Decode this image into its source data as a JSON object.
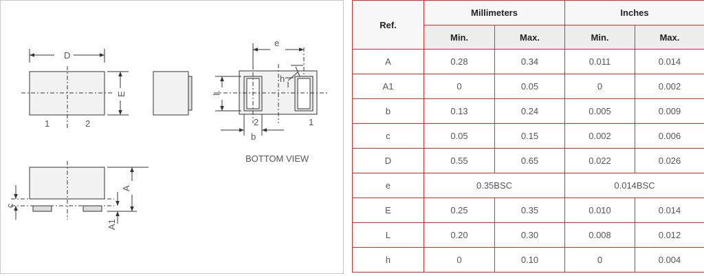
{
  "drawing": {
    "labels": {
      "D": "D",
      "E": "E",
      "e": "e",
      "L": "L",
      "b": "b",
      "h": "h",
      "A": "A",
      "A1": "A1",
      "c": "c",
      "pin1": "1",
      "pin2": "2",
      "bpin2": "2",
      "bpin1": "1"
    },
    "bottom_view_label": "BOTTOM VIEW"
  },
  "table": {
    "headers": {
      "ref": "Ref.",
      "mm": "Millimeters",
      "inches": "Inches",
      "mm_min": "Min.",
      "mm_max": "Max.",
      "in_min": "Min.",
      "in_max": "Max."
    },
    "rows": [
      {
        "ref": "A",
        "mm_min": "0.28",
        "mm_max": "0.34",
        "in_min": "0.011",
        "in_max": "0.014"
      },
      {
        "ref": "A1",
        "mm_min": "0",
        "mm_max": "0.05",
        "in_min": "0",
        "in_max": "0.002"
      },
      {
        "ref": "b",
        "mm_min": "0.13",
        "mm_max": "0.24",
        "in_min": "0.005",
        "in_max": "0.009"
      },
      {
        "ref": "c",
        "mm_min": "0.05",
        "mm_max": "0.15",
        "in_min": "0.002",
        "in_max": "0.006"
      },
      {
        "ref": "D",
        "mm_min": "0.55",
        "mm_max": "0.65",
        "in_min": "0.022",
        "in_max": "0.026"
      },
      {
        "ref": "e",
        "mm_bsc": "0.35BSC",
        "in_bsc": "0.014BSC"
      },
      {
        "ref": "E",
        "mm_min": "0.25",
        "mm_max": "0.35",
        "in_min": "0.010",
        "in_max": "0.014"
      },
      {
        "ref": "L",
        "mm_min": "0.20",
        "mm_max": "0.30",
        "in_min": "0.008",
        "in_max": "0.012"
      },
      {
        "ref": "h",
        "mm_min": "0",
        "mm_max": "0.10",
        "in_min": "0",
        "in_max": "0.004"
      }
    ]
  },
  "colors": {
    "table_border": "#d9302c",
    "subheader_bg": "#ededed",
    "line": "#333333"
  }
}
